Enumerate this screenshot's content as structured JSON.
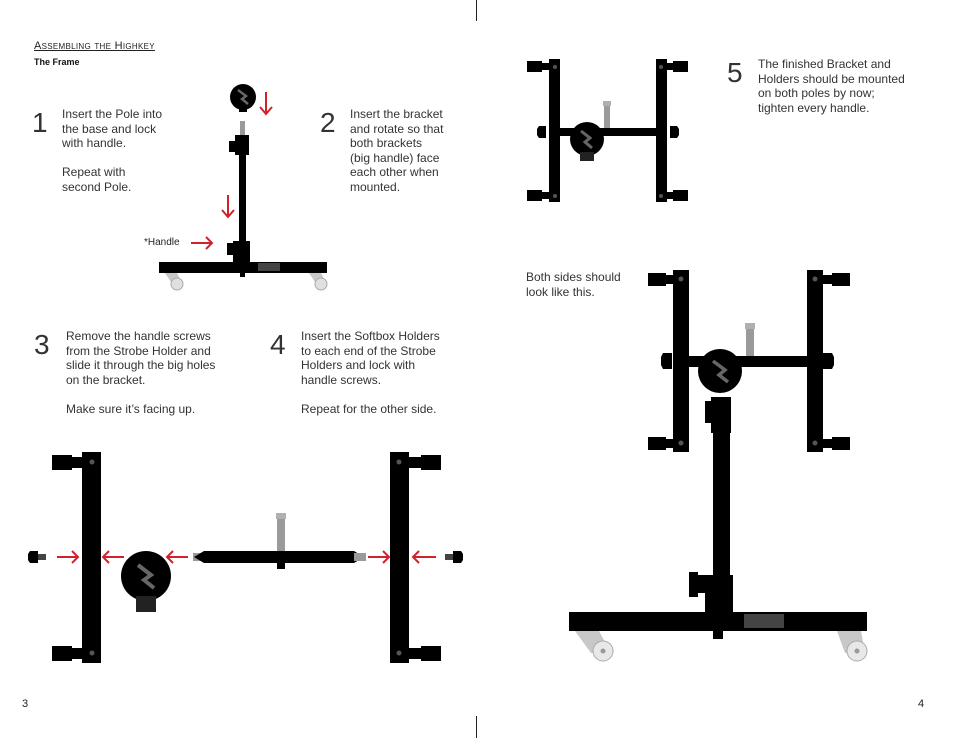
{
  "heading": "Assembling the Highkey",
  "subheading": "The Frame",
  "steps": [
    {
      "number": "1",
      "lines": [
        "Insert the Pole into",
        "the base and lock",
        "with handle."
      ],
      "extra": [
        "Repeat with",
        "second Pole."
      ]
    },
    {
      "number": "2",
      "lines": [
        "Insert the bracket",
        "and rotate so that",
        "both brackets",
        "(big handle) face",
        "each other when",
        "mounted."
      ],
      "extra": []
    },
    {
      "number": "3",
      "lines": [
        "Remove the handle screws",
        "from the Strobe Holder and",
        "slide it through the big holes",
        "on the bracket."
      ],
      "extra": [
        "Make sure it’s facing up."
      ]
    },
    {
      "number": "4",
      "lines": [
        "Insert the Softbox Holders",
        "to each end of the Strobe",
        "Holders and lock with",
        "handle screws."
      ],
      "extra": [
        "Repeat for the other side."
      ]
    },
    {
      "number": "5",
      "lines": [
        "The finished Bracket and",
        "Holders should be mounted",
        "on both poles by now;",
        "tighten every handle."
      ],
      "extra": []
    }
  ],
  "handle_label": "*Handle",
  "both_sides_note": [
    "Both sides should",
    "look like this."
  ],
  "page_left": "3",
  "page_right": "4",
  "colors": {
    "frame": "#000000",
    "arrow": "#d0222a",
    "metal": "#9a9a9a",
    "wheel": "#c8c8c8"
  }
}
